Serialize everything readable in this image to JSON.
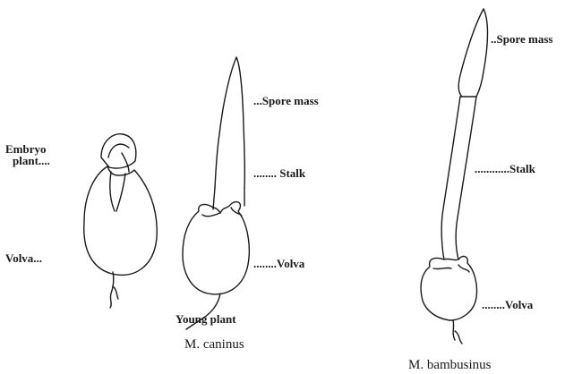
{
  "figure": {
    "caninus": {
      "name": "M. caninus",
      "embryo_label_line1": "Embryo",
      "embryo_label_line2": "plant....",
      "volva_left_label": "Volva...",
      "spore_mass_label": "...Spore mass",
      "stalk_label": "........ Stalk",
      "volva_right_label": "........Volva",
      "young_plant_caption": "Young plant"
    },
    "bambusinus": {
      "name": "M. bambusinus",
      "spore_mass_label": "..Spore mass",
      "stalk_label": "............Stalk",
      "volva_label": "........Volva"
    }
  }
}
